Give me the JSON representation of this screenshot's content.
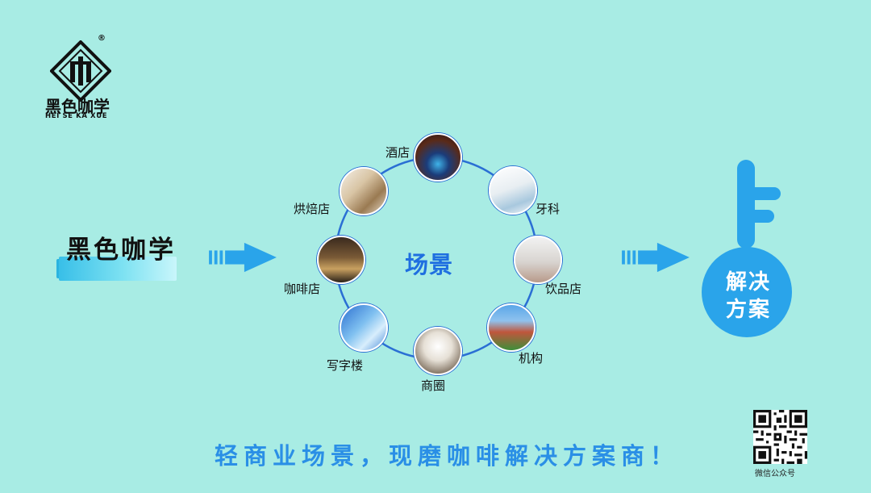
{
  "logo": {
    "registered_mark": "®",
    "name_cn": "黑色咖学",
    "name_en": "HEI SE KA XUE"
  },
  "brand_ribbon": {
    "text": "黑色咖学"
  },
  "diagram": {
    "center": "场景",
    "nodes": [
      {
        "label": "酒店",
        "icon": "hotel-photo"
      },
      {
        "label": "牙科",
        "icon": "dentist-photo"
      },
      {
        "label": "饮品店",
        "icon": "drink-shop-photo"
      },
      {
        "label": "机构",
        "icon": "institution-photo"
      },
      {
        "label": "商圈",
        "icon": "mall-photo"
      },
      {
        "label": "写字楼",
        "icon": "office-building-photo"
      },
      {
        "label": "咖啡店",
        "icon": "coffee-shop-photo"
      },
      {
        "label": "烘焙店",
        "icon": "bakery-photo"
      }
    ]
  },
  "key": {
    "line1": "解决",
    "line2": "方案"
  },
  "slogan": "轻商业场景，现磨咖啡解决方案商！",
  "qr": {
    "label": "微信公众号"
  },
  "colors": {
    "background": "#a8ece4",
    "accent_blue": "#2a8fe6",
    "center_blue": "#1f6fe0",
    "arrow_blue": "#2aa4ea"
  }
}
